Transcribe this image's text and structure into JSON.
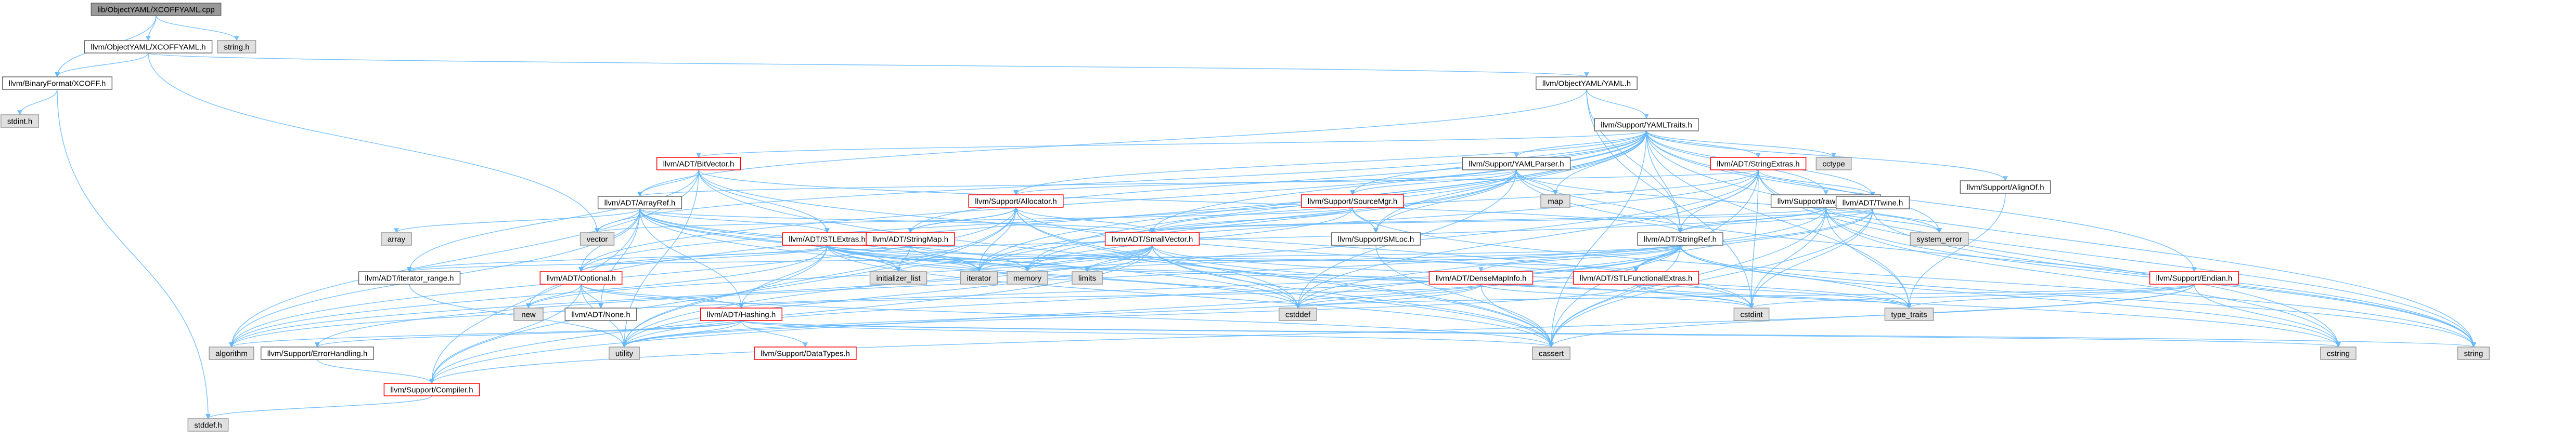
{
  "colors": {
    "root_fill": "#999999",
    "root_border": "#666666",
    "node_fill": "#ffffff",
    "node_border": "#666666",
    "external_fill": "#e0e0e0",
    "external_border": "#999999",
    "incomplete_border": "#ff0000",
    "edge": "#63b8ff",
    "text": "#000000"
  },
  "nodes": [
    {
      "id": "root",
      "label": "lib/ObjectYAML/XCOFFYAML.cpp",
      "kind": "root"
    },
    {
      "id": "xcoffyaml",
      "label": "llvm/ObjectYAML/XCOFFYAML.h",
      "kind": "node"
    },
    {
      "id": "stringh",
      "label": "string.h",
      "kind": "external"
    },
    {
      "id": "binxcoff",
      "label": "llvm/BinaryFormat/XCOFF.h",
      "kind": "node"
    },
    {
      "id": "yaml",
      "label": "llvm/ObjectYAML/YAML.h",
      "kind": "node"
    },
    {
      "id": "stdint",
      "label": "stdint.h",
      "kind": "external"
    },
    {
      "id": "stddef",
      "label": "stddef.h",
      "kind": "external"
    },
    {
      "id": "yamltraits",
      "label": "llvm/Support/YAMLTraits.h",
      "kind": "node"
    },
    {
      "id": "bitvector",
      "label": "llvm/ADT/BitVector.h",
      "kind": "incomplete"
    },
    {
      "id": "yamlparser",
      "label": "llvm/Support/YAMLParser.h",
      "kind": "node"
    },
    {
      "id": "stringextras",
      "label": "llvm/ADT/StringExtras.h",
      "kind": "incomplete"
    },
    {
      "id": "cctype",
      "label": "cctype",
      "kind": "external"
    },
    {
      "id": "alignof",
      "label": "llvm/Support/AlignOf.h",
      "kind": "node"
    },
    {
      "id": "arrayref",
      "label": "llvm/ADT/ArrayRef.h",
      "kind": "node"
    },
    {
      "id": "allocator",
      "label": "llvm/Support/Allocator.h",
      "kind": "incomplete"
    },
    {
      "id": "sourcemgr",
      "label": "llvm/Support/SourceMgr.h",
      "kind": "incomplete"
    },
    {
      "id": "map",
      "label": "map",
      "kind": "external"
    },
    {
      "id": "rawostream",
      "label": "llvm/Support/raw_ostream.h",
      "kind": "node"
    },
    {
      "id": "twine",
      "label": "llvm/ADT/Twine.h",
      "kind": "node"
    },
    {
      "id": "array",
      "label": "array",
      "kind": "external"
    },
    {
      "id": "vector",
      "label": "vector",
      "kind": "external"
    },
    {
      "id": "stlextras",
      "label": "llvm/ADT/STLExtras.h",
      "kind": "incomplete"
    },
    {
      "id": "stringmap",
      "label": "llvm/ADT/StringMap.h",
      "kind": "incomplete"
    },
    {
      "id": "smallvector",
      "label": "llvm/ADT/SmallVector.h",
      "kind": "incomplete"
    },
    {
      "id": "smloc",
      "label": "llvm/Support/SMLoc.h",
      "kind": "node"
    },
    {
      "id": "systemerror",
      "label": "system_error",
      "kind": "external"
    },
    {
      "id": "stringref",
      "label": "llvm/ADT/StringRef.h",
      "kind": "node"
    },
    {
      "id": "iterrange",
      "label": "llvm/ADT/iterator_range.h",
      "kind": "node"
    },
    {
      "id": "initlist",
      "label": "initializer_list",
      "kind": "external"
    },
    {
      "id": "iterator",
      "label": "iterator",
      "kind": "external"
    },
    {
      "id": "memory",
      "label": "memory",
      "kind": "external"
    },
    {
      "id": "limits",
      "label": "limits",
      "kind": "external"
    },
    {
      "id": "optional",
      "label": "llvm/ADT/Optional.h",
      "kind": "incomplete"
    },
    {
      "id": "densemapinfo",
      "label": "llvm/ADT/DenseMapInfo.h",
      "kind": "incomplete"
    },
    {
      "id": "stlfunctional",
      "label": "llvm/ADT/STLFunctionalExtras.h",
      "kind": "incomplete"
    },
    {
      "id": "endian",
      "label": "llvm/Support/Endian.h",
      "kind": "incomplete"
    },
    {
      "id": "new",
      "label": "new",
      "kind": "external"
    },
    {
      "id": "none",
      "label": "llvm/ADT/None.h",
      "kind": "node"
    },
    {
      "id": "hashing",
      "label": "llvm/ADT/Hashing.h",
      "kind": "incomplete"
    },
    {
      "id": "cstddef",
      "label": "cstddef",
      "kind": "external"
    },
    {
      "id": "cstdint",
      "label": "cstdint",
      "kind": "external"
    },
    {
      "id": "typetraits",
      "label": "type_traits",
      "kind": "external"
    },
    {
      "id": "algorithm",
      "label": "algorithm",
      "kind": "external"
    },
    {
      "id": "errorhandling",
      "label": "llvm/Support/ErrorHandling.h",
      "kind": "node"
    },
    {
      "id": "utility",
      "label": "utility",
      "kind": "external"
    },
    {
      "id": "datatypes",
      "label": "llvm/Support/DataTypes.h",
      "kind": "incomplete"
    },
    {
      "id": "cassert",
      "label": "cassert",
      "kind": "external"
    },
    {
      "id": "cstring",
      "label": "cstring",
      "kind": "external"
    },
    {
      "id": "string",
      "label": "string",
      "kind": "external"
    },
    {
      "id": "compiler",
      "label": "llvm/Support/Compiler.h",
      "kind": "incomplete"
    }
  ],
  "edges": [
    [
      "root",
      "xcoffyaml"
    ],
    [
      "root",
      "stringh"
    ],
    [
      "root",
      "binxcoff"
    ],
    [
      "xcoffyaml",
      "binxcoff"
    ],
    [
      "xcoffyaml",
      "yaml"
    ],
    [
      "xcoffyaml",
      "vector"
    ],
    [
      "binxcoff",
      "stdint"
    ],
    [
      "binxcoff",
      "stddef"
    ],
    [
      "yaml",
      "yamltraits"
    ],
    [
      "yaml",
      "stringref"
    ],
    [
      "yaml",
      "cstdint"
    ],
    [
      "yaml",
      "arrayref"
    ],
    [
      "yamltraits",
      "bitvector"
    ],
    [
      "yamltraits",
      "yamlparser"
    ],
    [
      "yamltraits",
      "stringextras"
    ],
    [
      "yamltraits",
      "cctype"
    ],
    [
      "yamltraits",
      "alignof"
    ],
    [
      "yamltraits",
      "allocator"
    ],
    [
      "yamltraits",
      "sourcemgr"
    ],
    [
      "yamltraits",
      "map"
    ],
    [
      "yamltraits",
      "rawostream"
    ],
    [
      "yamltraits",
      "twine"
    ],
    [
      "yamltraits",
      "vector"
    ],
    [
      "yamltraits",
      "stringmap"
    ],
    [
      "yamltraits",
      "smallvector"
    ],
    [
      "yamltraits",
      "smloc"
    ],
    [
      "yamltraits",
      "stringref"
    ],
    [
      "yamltraits",
      "endian"
    ],
    [
      "yamltraits",
      "systemerror"
    ],
    [
      "yamltraits",
      "optional"
    ],
    [
      "yamltraits",
      "cassert"
    ],
    [
      "yamltraits",
      "new"
    ],
    [
      "yamltraits",
      "string"
    ],
    [
      "yamltraits",
      "typetraits"
    ],
    [
      "yamltraits",
      "memory"
    ],
    [
      "yamltraits",
      "iterator"
    ],
    [
      "bitvector",
      "arrayref"
    ],
    [
      "bitvector",
      "stlextras"
    ],
    [
      "bitvector",
      "iterrange"
    ],
    [
      "bitvector",
      "algorithm"
    ],
    [
      "bitvector",
      "cassert"
    ],
    [
      "bitvector",
      "climits"
    ],
    [
      "bitvector",
      "cstdint"
    ],
    [
      "bitvector",
      "utility"
    ],
    [
      "bitvector",
      "stringref"
    ],
    [
      "arrayref",
      "array"
    ],
    [
      "arrayref",
      "vector"
    ],
    [
      "arrayref",
      "hashing"
    ],
    [
      "arrayref",
      "none"
    ],
    [
      "arrayref",
      "smallvector"
    ],
    [
      "arrayref",
      "stlextras"
    ],
    [
      "arrayref",
      "compiler"
    ],
    [
      "arrayref",
      "algorithm"
    ],
    [
      "arrayref",
      "cassert"
    ],
    [
      "arrayref",
      "cstddef"
    ],
    [
      "arrayref",
      "initlist"
    ],
    [
      "arrayref",
      "iterator"
    ],
    [
      "arrayref",
      "memory"
    ],
    [
      "arrayref",
      "optional"
    ],
    [
      "yamlparser",
      "stringref"
    ],
    [
      "yamlparser",
      "allocator"
    ],
    [
      "yamlparser",
      "smloc"
    ],
    [
      "yamlparser",
      "sourcemgr"
    ],
    [
      "yamlparser",
      "cstddef"
    ],
    [
      "yamlparser",
      "iterator"
    ],
    [
      "yamlparser",
      "map"
    ],
    [
      "yamlparser",
      "memory"
    ],
    [
      "yamlparser",
      "string"
    ],
    [
      "yamlparser",
      "systemerror"
    ],
    [
      "yamlparser",
      "optional"
    ],
    [
      "stringextras",
      "arrayref"
    ],
    [
      "stringextras",
      "smallvector"
    ],
    [
      "stringextras",
      "stringref"
    ],
    [
      "stringextras",
      "twine"
    ],
    [
      "stringextras",
      "cassert"
    ],
    [
      "stringextras",
      "cstddef"
    ],
    [
      "stringextras",
      "cstdint"
    ],
    [
      "stringextras",
      "cstdlib"
    ],
    [
      "stringextras",
      "cstring"
    ],
    [
      "stringextras",
      "iterator"
    ],
    [
      "stringextras",
      "string"
    ],
    [
      "stringextras",
      "utility"
    ],
    [
      "alignof",
      "typetraits"
    ],
    [
      "allocator",
      "smallvector"
    ],
    [
      "allocator",
      "compiler"
    ],
    [
      "allocator",
      "algorithm"
    ],
    [
      "allocator",
      "cassert"
    ],
    [
      "allocator",
      "cstddef"
    ],
    [
      "allocator",
      "cstdint"
    ],
    [
      "allocator",
      "iterator"
    ],
    [
      "allocator",
      "utility"
    ],
    [
      "allocator",
      "stringmap"
    ],
    [
      "sourcemgr",
      "smallvector"
    ],
    [
      "sourcemgr",
      "smloc"
    ],
    [
      "sourcemgr",
      "vector"
    ],
    [
      "sourcemgr",
      "memory"
    ],
    [
      "sourcemgr",
      "string"
    ],
    [
      "rawostream",
      "smallvector"
    ],
    [
      "rawostream",
      "stringref"
    ],
    [
      "rawostream",
      "cassert"
    ],
    [
      "rawostream",
      "cstddef"
    ],
    [
      "rawostream",
      "cstdint"
    ],
    [
      "rawostream",
      "cstring"
    ],
    [
      "rawostream",
      "string"
    ],
    [
      "rawostream",
      "systemerror"
    ],
    [
      "rawostream",
      "typetraits"
    ],
    [
      "rawostream",
      "optional"
    ],
    [
      "twine",
      "smallvector"
    ],
    [
      "twine",
      "stringref"
    ],
    [
      "twine",
      "errorhandling"
    ],
    [
      "twine",
      "cassert"
    ],
    [
      "twine",
      "cstdint"
    ],
    [
      "twine",
      "string"
    ],
    [
      "twine",
      "stlfunctional"
    ],
    [
      "stlextras",
      "iterrange"
    ],
    [
      "stlextras",
      "optional"
    ],
    [
      "stlextras",
      "stlfunctional"
    ],
    [
      "stlextras",
      "algorithm"
    ],
    [
      "stlextras",
      "cassert"
    ],
    [
      "stlextras",
      "cstddef"
    ],
    [
      "stlextras",
      "cstdint"
    ],
    [
      "stlextras",
      "initlist"
    ],
    [
      "stlextras",
      "iterator"
    ],
    [
      "stlextras",
      "limits"
    ],
    [
      "stlextras",
      "memory"
    ],
    [
      "stlextras",
      "typetraits"
    ],
    [
      "stlextras",
      "utility"
    ],
    [
      "stlextras",
      "hashing"
    ],
    [
      "stringmap",
      "stringref"
    ],
    [
      "stringmap",
      "allocator"
    ],
    [
      "stringmap",
      "initlist"
    ],
    [
      "stringmap",
      "iterator"
    ],
    [
      "smallvector",
      "compiler"
    ],
    [
      "smallvector",
      "algorithm"
    ],
    [
      "smallvector",
      "cassert"
    ],
    [
      "smallvector",
      "cstddef"
    ],
    [
      "smallvector",
      "cstdlib"
    ],
    [
      "smallvector",
      "cstring"
    ],
    [
      "smallvector",
      "initlist"
    ],
    [
      "smallvector",
      "iterator"
    ],
    [
      "smallvector",
      "limits"
    ],
    [
      "smallvector",
      "memory"
    ],
    [
      "smallvector",
      "new"
    ],
    [
      "smallvector",
      "typetraits"
    ],
    [
      "smallvector",
      "utility"
    ],
    [
      "smloc",
      "cassert"
    ],
    [
      "stringref",
      "stlfunctional"
    ],
    [
      "stringref",
      "iterrange"
    ],
    [
      "stringref",
      "compiler"
    ],
    [
      "stringref",
      "algorithm"
    ],
    [
      "stringref",
      "cassert"
    ],
    [
      "stringref",
      "cstddef"
    ],
    [
      "stringref",
      "cstring"
    ],
    [
      "stringref",
      "limits"
    ],
    [
      "stringref",
      "string"
    ],
    [
      "stringref",
      "typetraits"
    ],
    [
      "stringref",
      "utility"
    ],
    [
      "stringref",
      "densemapinfo"
    ],
    [
      "iterrange",
      "utility"
    ],
    [
      "optional",
      "hashing"
    ],
    [
      "optional",
      "none"
    ],
    [
      "optional",
      "compiler"
    ],
    [
      "optional",
      "cassert"
    ],
    [
      "optional",
      "new"
    ],
    [
      "optional",
      "utility"
    ],
    [
      "densemapinfo",
      "cassert"
    ],
    [
      "densemapinfo",
      "cstddef"
    ],
    [
      "densemapinfo",
      "cstdint"
    ],
    [
      "densemapinfo",
      "utility"
    ],
    [
      "densemapinfo",
      "hashing"
    ],
    [
      "stlfunctional",
      "cstdint"
    ],
    [
      "stlfunctional",
      "typetraits"
    ],
    [
      "stlfunctional",
      "utility"
    ],
    [
      "endian",
      "compiler"
    ],
    [
      "endian",
      "cassert"
    ],
    [
      "endian",
      "cstddef"
    ],
    [
      "endian",
      "cstdint"
    ],
    [
      "endian",
      "cstring"
    ],
    [
      "endian",
      "typetraits"
    ],
    [
      "hashing",
      "errorhandling"
    ],
    [
      "hashing",
      "datatypes"
    ],
    [
      "hashing",
      "algorithm"
    ],
    [
      "hashing",
      "cassert"
    ],
    [
      "hashing",
      "cstring"
    ],
    [
      "hashing",
      "string"
    ],
    [
      "hashing",
      "tuple"
    ],
    [
      "hashing",
      "utility"
    ],
    [
      "errorhandling",
      "compiler"
    ],
    [
      "compiler",
      "stddef"
    ]
  ]
}
